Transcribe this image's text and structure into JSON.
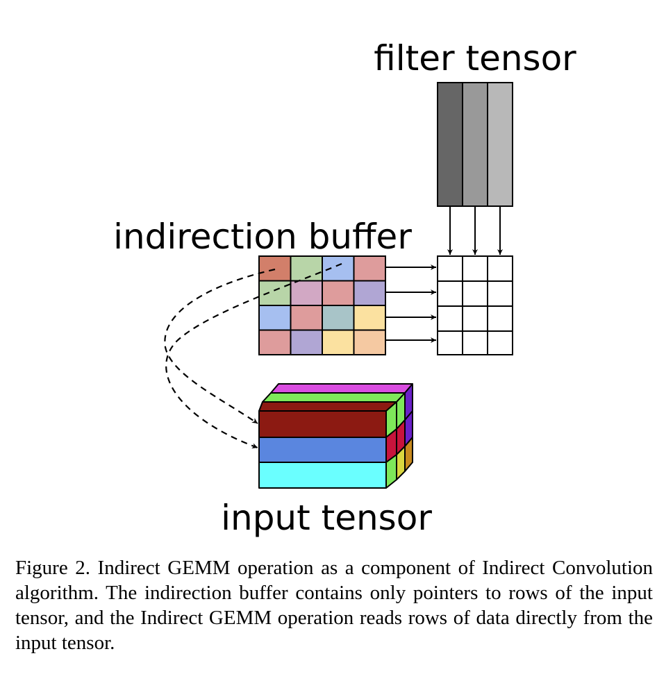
{
  "labels": {
    "filter": "filter tensor",
    "indirection": "indirection buffer",
    "input": "input tensor"
  },
  "caption": "Figure 2. Indirect GEMM operation as a component of Indirect Convolution algorithm. The indirection buffer contains only pointers to rows of the input tensor, and the Indirect GEMM operation reads rows of data directly from the input tensor.",
  "colors": {
    "filter_columns": [
      "#666666",
      "#999999",
      "#b8b8b8"
    ],
    "indirection_cells": [
      [
        "#d27f6a",
        "#b8d5a8",
        "#a6bff0",
        "#de9c9c"
      ],
      [
        "#b8d5a8",
        "#d2a8c4",
        "#de9c9c",
        "#b0a6d4"
      ],
      [
        "#a6bff0",
        "#de9c9c",
        "#a8c4c8",
        "#fbe1a0"
      ],
      [
        "#de9c9c",
        "#b0a6d4",
        "#fbe1a0",
        "#f5c9a2"
      ]
    ],
    "input_rows_front": [
      "#8c1a12",
      "#5a86df",
      "#6affff"
    ],
    "input_rows_back": [
      "#d94de0",
      "#7ee85a"
    ],
    "input_side": [
      "#7ee85a",
      "#c8143c",
      "#6a20c8",
      "#d9d640",
      "#c88a1e"
    ]
  }
}
